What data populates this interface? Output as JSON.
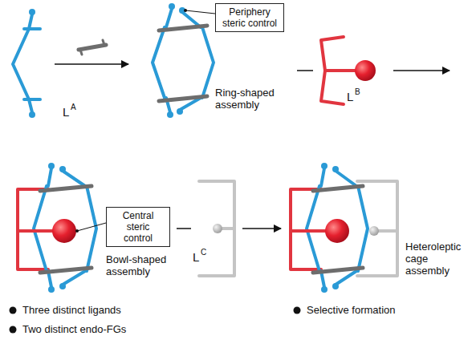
{
  "diagram": {
    "nodes": [
      {
        "text": [
          "Periphery steric control"
        ]
      },
      {
        "text": [
          "Central steric control"
        ]
      }
    ],
    "labels": [
      "L",
      "A",
      "Ring-shaped assembly",
      "L",
      "B",
      "Bowl-shaped assembly",
      "L",
      "C",
      "Heteroleptic cage assembly",
      "Three distinct ligands",
      "Two distinct endo-FGs",
      "Selective formation"
    ]
  }
}
